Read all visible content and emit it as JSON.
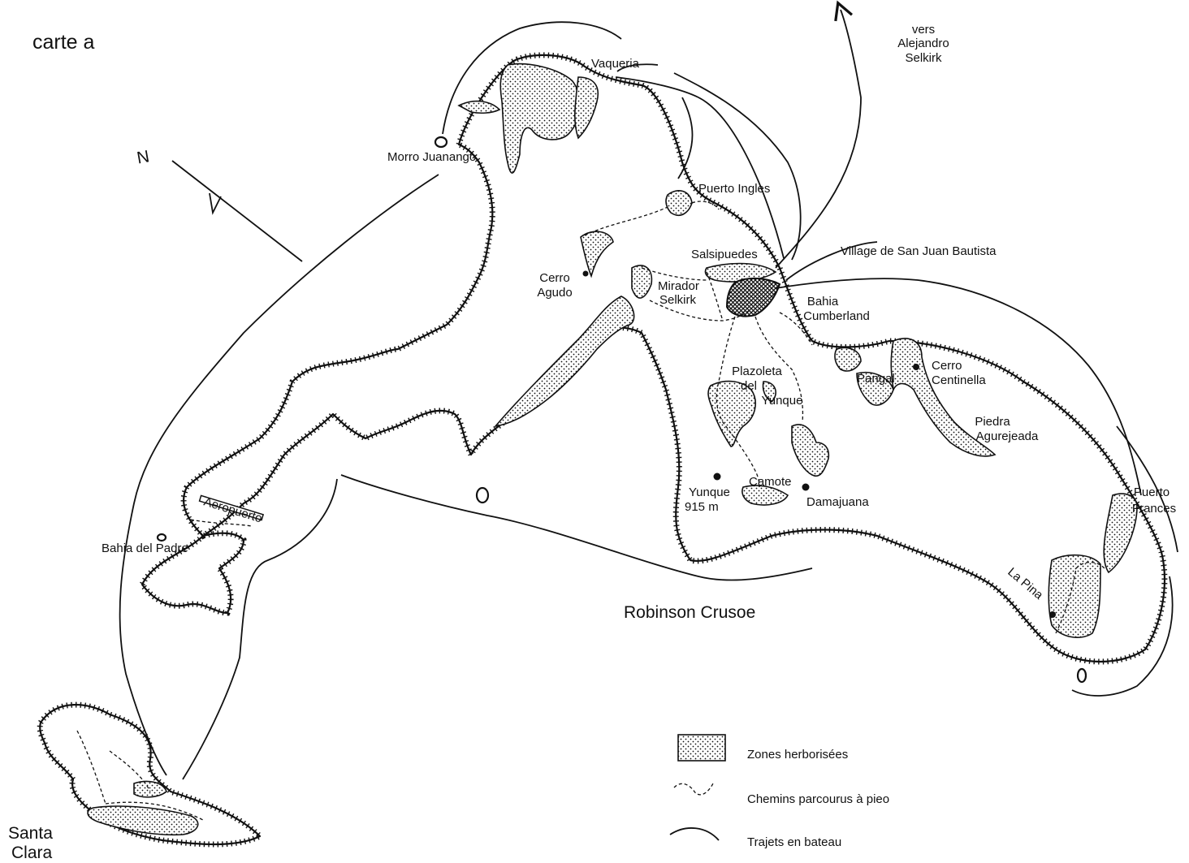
{
  "title": "carte a",
  "north_symbol": "N",
  "island_name": "Robinson Crusoe",
  "island_small": "Santa Clara",
  "places": {
    "vers": "vers",
    "alejandro": "Alejandro",
    "selkirk_dest": "Selkirk",
    "vaqueria": "Vaqueria",
    "morro": "Morro Juanango",
    "puerto_ingles": "Puerto Ingles",
    "village": "Village de San Juan Bautista",
    "salsipuedes": "Salsipuedes",
    "cerro_agudo_1": "Cerro",
    "cerro_agudo_2": "Agudo",
    "mirador_1": "Mirador",
    "mirador_2": "Selkirk",
    "bahia_c_1": "Bahia",
    "bahia_c_2": "Cumberland",
    "plazoleta_1": "Plazoleta",
    "plazoleta_2": "del",
    "plazoleta_3": "Yunque",
    "pangal": "Pangal",
    "centinella_1": "Cerro",
    "centinella_2": "Centinella",
    "piedra_1": "Piedra",
    "piedra_2": "Agurejeada",
    "aeropuerto": "Aeropuerto",
    "bahia_padre": "Bahia del Padre",
    "yunque": "Yunque",
    "yunque_alt": "915 m",
    "camote": "Camote",
    "damajuana": "Damajuana",
    "puerto_f_1": "Puerto",
    "puerto_f_2": "Frances",
    "la_pina": "La Pina",
    "santa_1": "Santa",
    "santa_2": "Clara"
  },
  "legend": [
    {
      "symbol": "dotted-area",
      "label": "Zones herborisées"
    },
    {
      "symbol": "dashed-line",
      "label": "Chemins parcourus à pieo"
    },
    {
      "symbol": "solid-curve",
      "label": "Trajets en bateau"
    }
  ]
}
